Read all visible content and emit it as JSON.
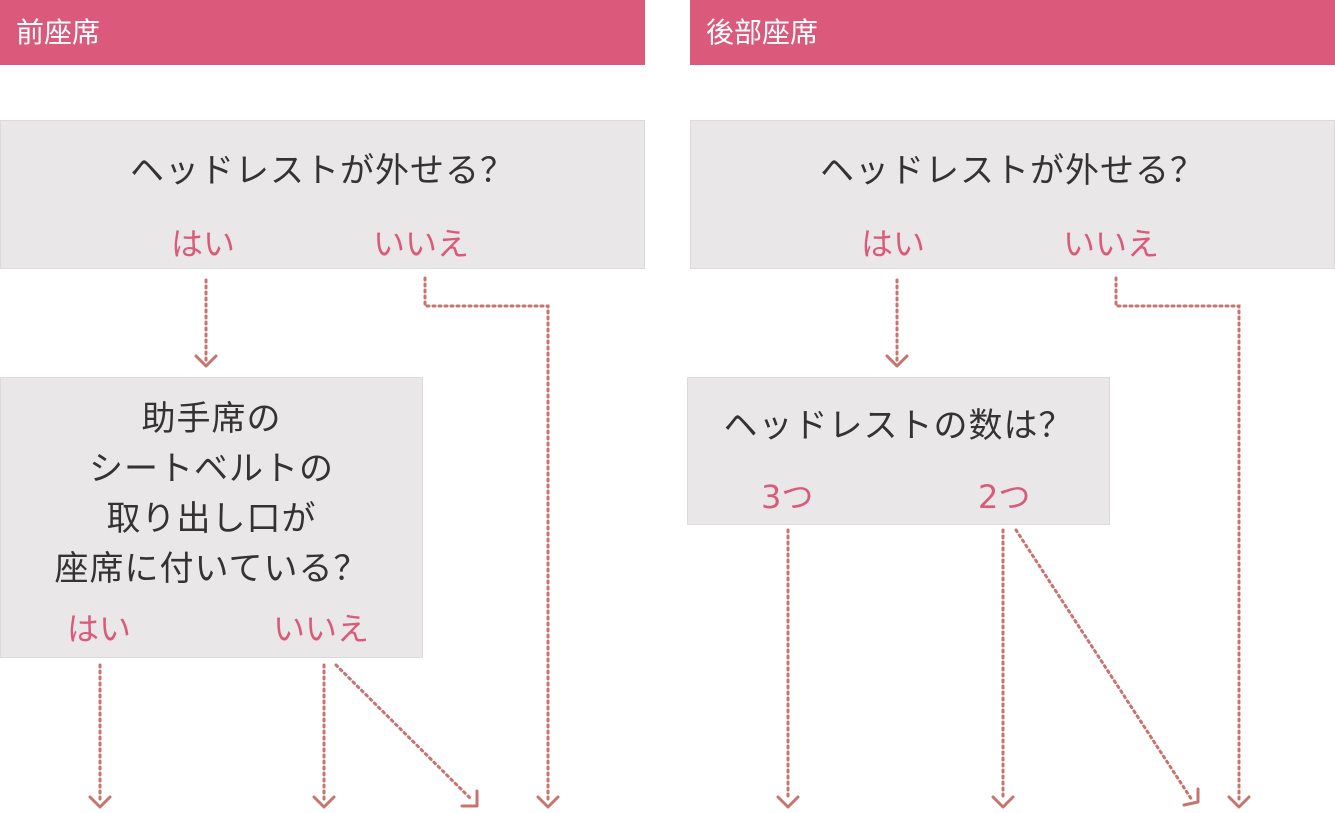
{
  "front": {
    "header": "前座席",
    "q1": {
      "question": "ヘッドレストが外せる？",
      "yes": "はい",
      "no": "いいえ"
    },
    "q2": {
      "lines": [
        "助手席の",
        "シートベルトの",
        "取り出し口が",
        "座席に付いている？"
      ],
      "yes": "はい",
      "no": "いいえ"
    }
  },
  "rear": {
    "header": "後部座席",
    "q1": {
      "question": "ヘッドレストが外せる？",
      "yes": "はい",
      "no": "いいえ"
    },
    "q2": {
      "question": "ヘッドレストの数は？",
      "three": "3つ",
      "two": "2つ"
    }
  },
  "colors": {
    "accent": "#db5a7c",
    "box": "#e9e7e7",
    "arrow": "#c9736f",
    "text": "#333333"
  }
}
